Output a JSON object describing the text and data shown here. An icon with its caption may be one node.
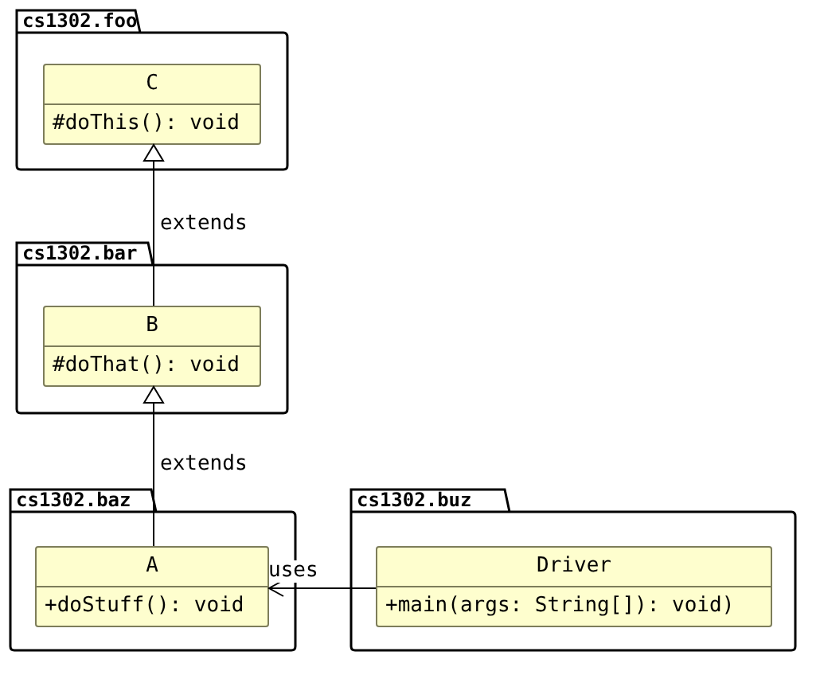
{
  "diagram": {
    "nodes": [
      {
        "text": [
          "cs1302.foo"
        ]
      },
      {
        "text": [
          "C",
          "#doThis(): void"
        ],
        "in": 0
      },
      {
        "text": [
          "cs1302.bar"
        ]
      },
      {
        "text": [
          "B",
          "#doThat(): void"
        ],
        "in": 2
      },
      {
        "text": [
          "cs1302.baz"
        ]
      },
      {
        "text": [
          "A",
          "+doStuff(): void"
        ],
        "in": 4
      },
      {
        "text": [
          "cs1302.buz"
        ]
      },
      {
        "text": [
          "Driver",
          "+main(args: String[]): void)"
        ],
        "in": 6
      }
    ],
    "edges": [
      {
        "from": 3,
        "to": 1,
        "arrow": "to",
        "label": "extends"
      },
      {
        "from": 5,
        "to": 3,
        "arrow": "to",
        "label": "extends"
      },
      {
        "from": 7,
        "to": 5,
        "arrow": "to",
        "label": "uses"
      }
    ]
  }
}
